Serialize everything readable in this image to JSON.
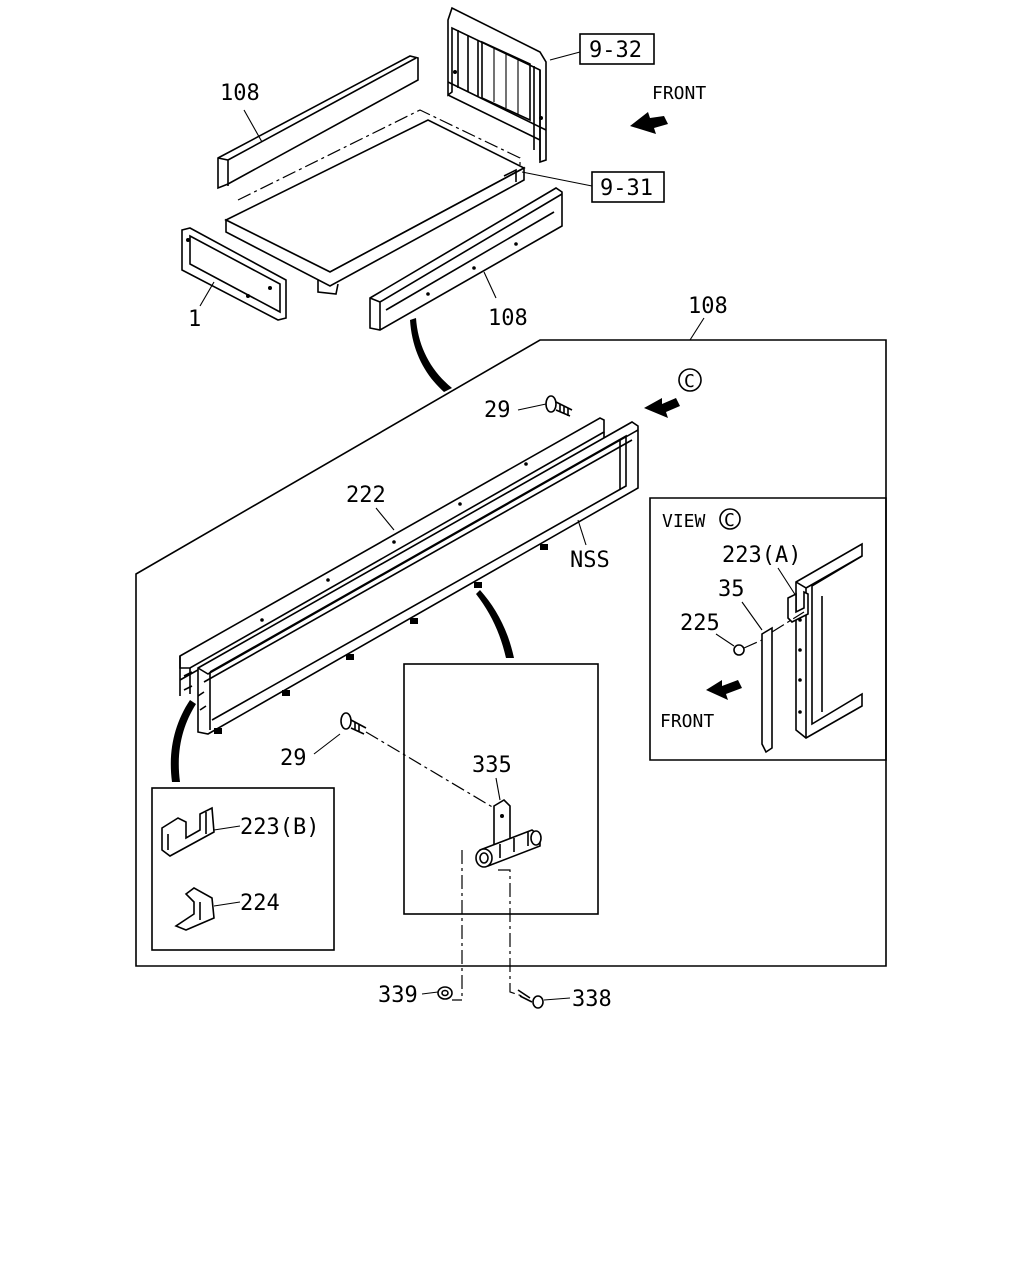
{
  "labels": {
    "ref_9_32": "9-32",
    "ref_9_31": "9-31",
    "front_top": "FRONT",
    "part_108_a": "108",
    "part_108_b": "108",
    "part_108_c": "108",
    "part_1": "1",
    "part_29_a": "29",
    "part_29_b": "29",
    "view_marker_c": "C",
    "part_222": "222",
    "nss": "NSS",
    "view_c_title": "VIEW",
    "view_c_letter": "C",
    "part_223a": "223(A)",
    "part_35": "35",
    "part_225": "225",
    "front_view": "FRONT",
    "part_335": "335",
    "part_223b": "223(B)",
    "part_224": "224",
    "part_339": "339",
    "part_338": "338"
  }
}
